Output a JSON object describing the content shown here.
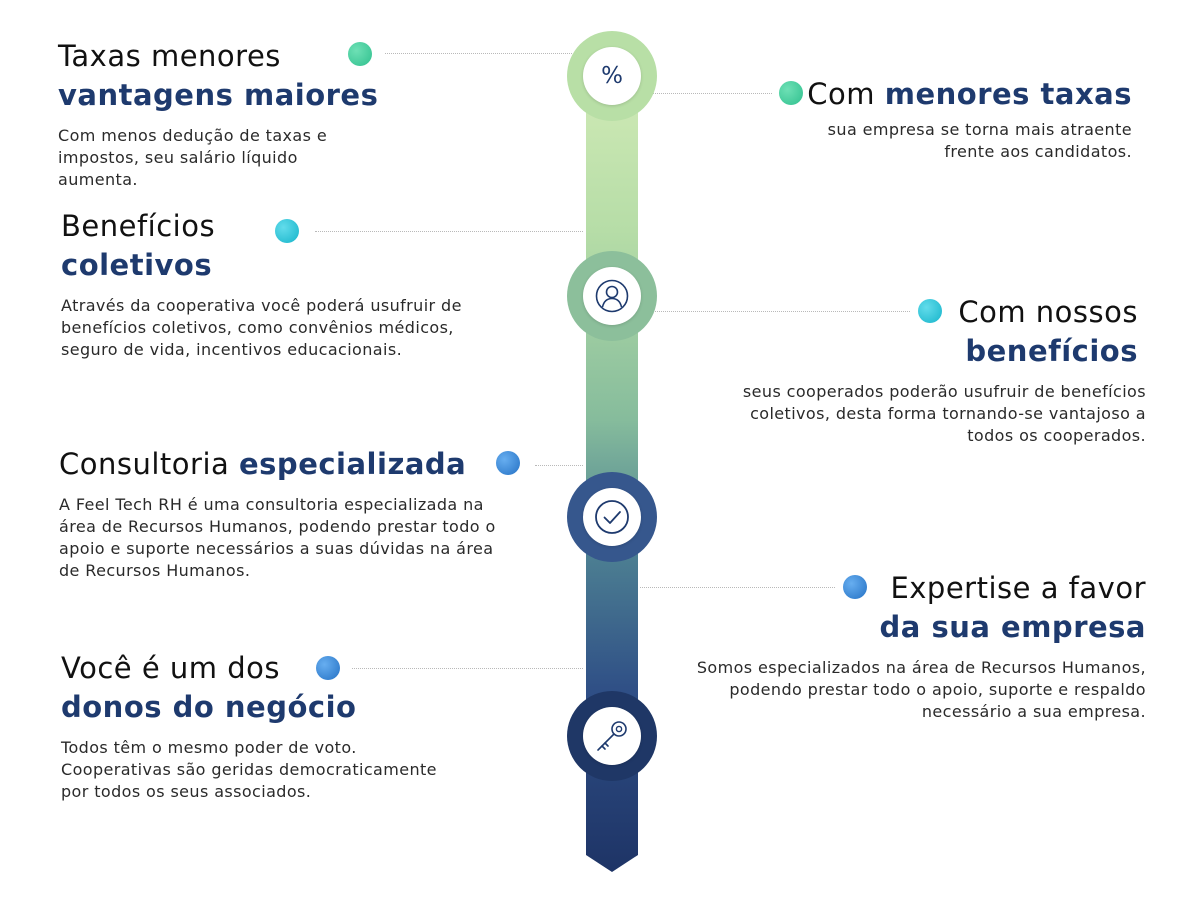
{
  "left": [
    {
      "title_a": "Taxas menores",
      "title_b": "vantagens maiores",
      "desc": "Com menos dedução de taxas e impostos, seu salário líquido aumenta."
    },
    {
      "title_a": "Benefícios",
      "title_b": "coletivos",
      "desc": "Através da cooperativa você poderá usufruir de benefícios coletivos, como convênios médicos, seguro de vida, incentivos educacionais."
    },
    {
      "title_a": "Consultoria ",
      "title_b": "especializada",
      "desc": "A Feel Tech RH é uma consultoria especializada na área de Recursos Humanos, podendo prestar todo o apoio e suporte necessários a suas dúvidas na área de Recursos Humanos."
    },
    {
      "title_a": "Você é um dos",
      "title_b": "donos do negócio",
      "desc": "Todos têm o mesmo poder de voto. Cooperativas são geridas democraticamente por todos os seus associados."
    }
  ],
  "right": [
    {
      "title_a": "Com ",
      "title_b": "menores taxas",
      "desc": "sua empresa se torna mais atraente frente aos candidatos."
    },
    {
      "title_a": "Com nossos",
      "title_b": "benefícios",
      "desc": "seus cooperados poderão usufruir de benefícios coletivos, desta forma tornando-se vantajoso a todos os cooperados."
    },
    {
      "title_a": "Expertise a favor",
      "title_b": "da sua empresa",
      "desc": "Somos especializados na área de Recursos Humanos, podendo prestar todo o apoio, suporte e respaldo necessário a sua empresa."
    }
  ],
  "icons": [
    "percent-icon",
    "person-icon",
    "check-icon",
    "key-icon"
  ],
  "percent_symbol": "%",
  "colors": {
    "navy": "#1e3a6e",
    "bar_top": "#cfe9b4",
    "bar_bottom": "#1f3766",
    "dot_green": "#3ecf9d",
    "dot_teal": "#27c6d9",
    "dot_blue": "#2f86d6"
  }
}
